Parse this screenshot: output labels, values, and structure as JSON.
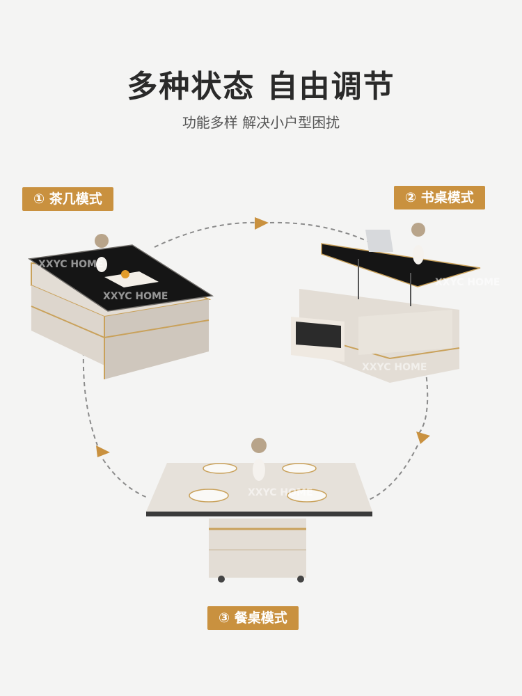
{
  "header": {
    "title": "多种状态 自由调节",
    "subtitle": "功能多样 解决小户型困扰"
  },
  "modes": [
    {
      "label": "① 茶几模式"
    },
    {
      "label": "② 书桌模式"
    },
    {
      "label": "③ 餐桌模式"
    }
  ],
  "watermark": "XXYC HOME",
  "colors": {
    "accent": "#c9913f",
    "body": "#e3ddd5",
    "glass": "#151515",
    "gold": "#c9a15a"
  }
}
